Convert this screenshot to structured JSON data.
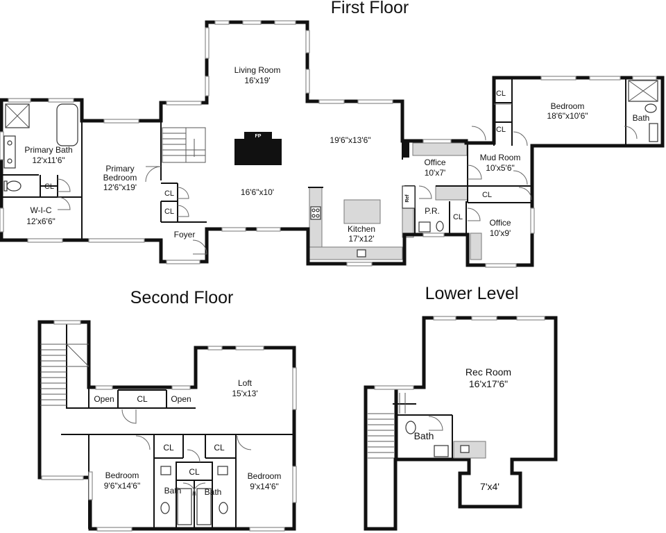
{
  "floors": {
    "first": {
      "title": "First Floor",
      "rooms": {
        "living_room": {
          "name": "Living Room",
          "dim": "16'x19'"
        },
        "primary_bath": {
          "name": "Primary Bath",
          "dim": "12'x11'6\""
        },
        "primary_bedroom": {
          "name1": "Primary",
          "name2": "Bedroom",
          "dim": "12'6\"x19'"
        },
        "wic": {
          "name": "W-I-C",
          "dim": "12'x6'6\""
        },
        "hall": {
          "dim": "16'6\"x10'"
        },
        "dining": {
          "dim": "19'6\"x13'6\""
        },
        "foyer": {
          "name": "Foyer"
        },
        "kitchen": {
          "name": "Kitchen",
          "dim": "17'x12'"
        },
        "office_a": {
          "name": "Office",
          "dim": "10'x7'"
        },
        "mud_room": {
          "name": "Mud Room",
          "dim": "10'x5'6\""
        },
        "office_b": {
          "name": "Office",
          "dim": "10'x9'"
        },
        "powder": {
          "name": "P.R."
        },
        "bedroom": {
          "name": "Bedroom",
          "dim": "18'6\"x10'6\""
        },
        "bath": {
          "name": "Bath"
        }
      },
      "closet_label": "CL",
      "fireplace_label": "FP",
      "ref_label": "Ref"
    },
    "second": {
      "title": "Second Floor",
      "rooms": {
        "loft": {
          "name": "Loft",
          "dim": "15'x13'"
        },
        "bedroom_left": {
          "name": "Bedroom",
          "dim": "9'6\"x14'6\""
        },
        "bedroom_right": {
          "name": "Bedroom",
          "dim": "9'x14'6\""
        },
        "bath": {
          "name": "Bath"
        },
        "open": {
          "name": "Open"
        }
      },
      "closet_label": "CL"
    },
    "lower": {
      "title": "Lower Level",
      "rooms": {
        "rec_room": {
          "name": "Rec Room",
          "dim": "16'x17'6\""
        },
        "bath": {
          "name": "Bath"
        },
        "storage": {
          "dim": "7'x4'"
        }
      }
    }
  },
  "colors": {
    "wall": "#111111",
    "cabinet": "#d9d9d9",
    "background": "#ffffff"
  }
}
